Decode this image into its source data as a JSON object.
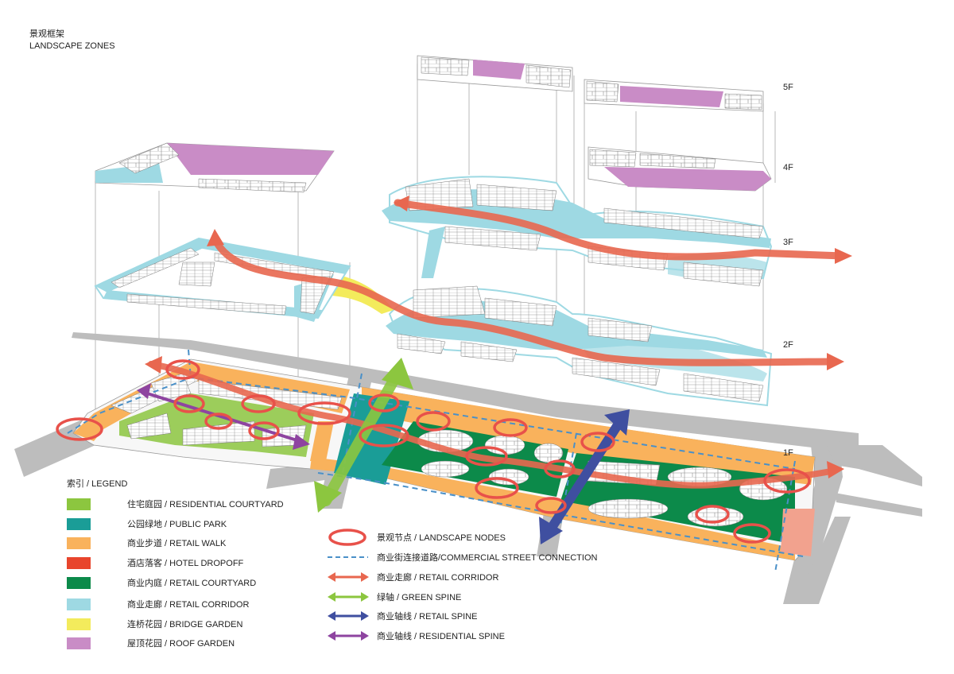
{
  "header": {
    "title_cn": "景观框架",
    "title_en": "LANDSCAPE ZONES"
  },
  "floors": [
    "5F",
    "4F",
    "3F",
    "2F",
    "1F"
  ],
  "legend": {
    "title": "索引 / LEGEND",
    "zones": [
      {
        "label": "住宅庭园 / RESIDENTIAL COURTYARD",
        "color": "#8cc63f"
      },
      {
        "label": "公园绿地 / PUBLIC PARK",
        "color": "#1a9d97"
      },
      {
        "label": "商业步道 / RETAIL WALK",
        "color": "#f9b25c"
      },
      {
        "label": "酒店落客 / HOTEL DROPOFF",
        "color": "#e8452c"
      },
      {
        "label": "商业内庭 / RETAIL COURTYARD",
        "color": "#0c8a4a"
      },
      {
        "label": "商业走廊 / RETAIL CORRIDOR",
        "color": "#9ed9e3"
      },
      {
        "label": "连桥花园 / BRIDGE GARDEN",
        "color": "#f3eb5c"
      },
      {
        "label": "屋顶花园 / ROOF GARDEN",
        "color": "#c98cc6"
      }
    ],
    "symbols": [
      {
        "label": "景观节点 / LANDSCAPE NODES",
        "kind": "ellipse",
        "color": "#e8514a"
      },
      {
        "label": "商业街连接道路/COMMERCIAL STREET CONNECTION",
        "kind": "dashed",
        "color": "#4a90c8"
      },
      {
        "label": "商业走廊 / RETAIL CORRIDOR",
        "kind": "arrow",
        "color": "#e8674f"
      },
      {
        "label": "绿轴 / GREEN SPINE",
        "kind": "arrow",
        "color": "#8cc63f"
      },
      {
        "label": "商业轴线 / RETAIL SPINE",
        "kind": "arrow",
        "color": "#3f4fa0"
      },
      {
        "label": "商业轴线 / RESIDENTIAL SPINE",
        "kind": "arrow",
        "color": "#8e44a0"
      }
    ]
  }
}
